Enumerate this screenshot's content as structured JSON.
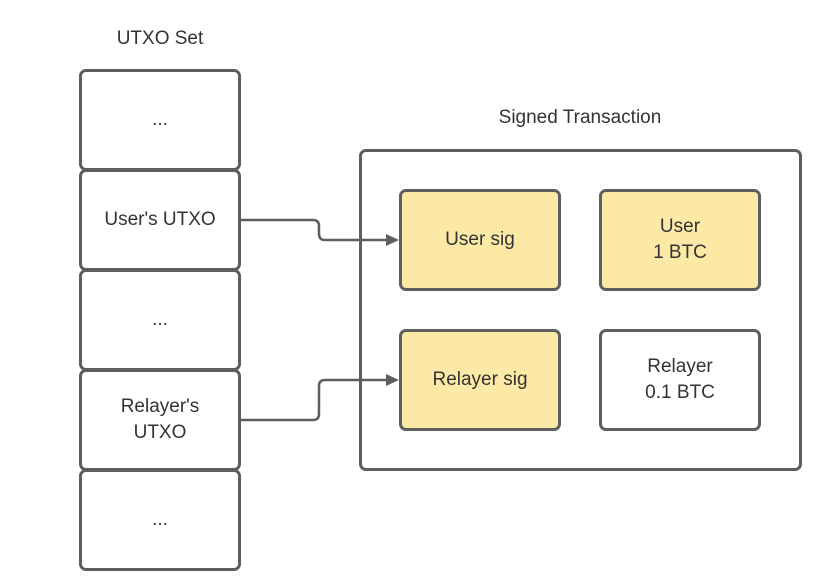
{
  "utxo_set": {
    "title": "UTXO Set",
    "items": [
      {
        "label": "..."
      },
      {
        "label": "User's UTXO"
      },
      {
        "label": "..."
      },
      {
        "label": "Relayer's\nUTXO"
      },
      {
        "label": "..."
      }
    ]
  },
  "signed_transaction": {
    "title": "Signed Transaction",
    "inputs": [
      {
        "label": "User sig",
        "highlighted": true
      },
      {
        "label": "Relayer sig",
        "highlighted": true
      }
    ],
    "outputs": [
      {
        "label": "User\n1 BTC",
        "highlighted": true
      },
      {
        "label": "Relayer\n0.1 BTC",
        "highlighted": false
      }
    ]
  },
  "colors": {
    "highlight_fill": "#fde9a6",
    "stroke": "#5e5e5e",
    "text": "#333333"
  },
  "connections": [
    {
      "from": "User's UTXO",
      "to": "User sig"
    },
    {
      "from": "Relayer's UTXO",
      "to": "Relayer sig"
    }
  ]
}
